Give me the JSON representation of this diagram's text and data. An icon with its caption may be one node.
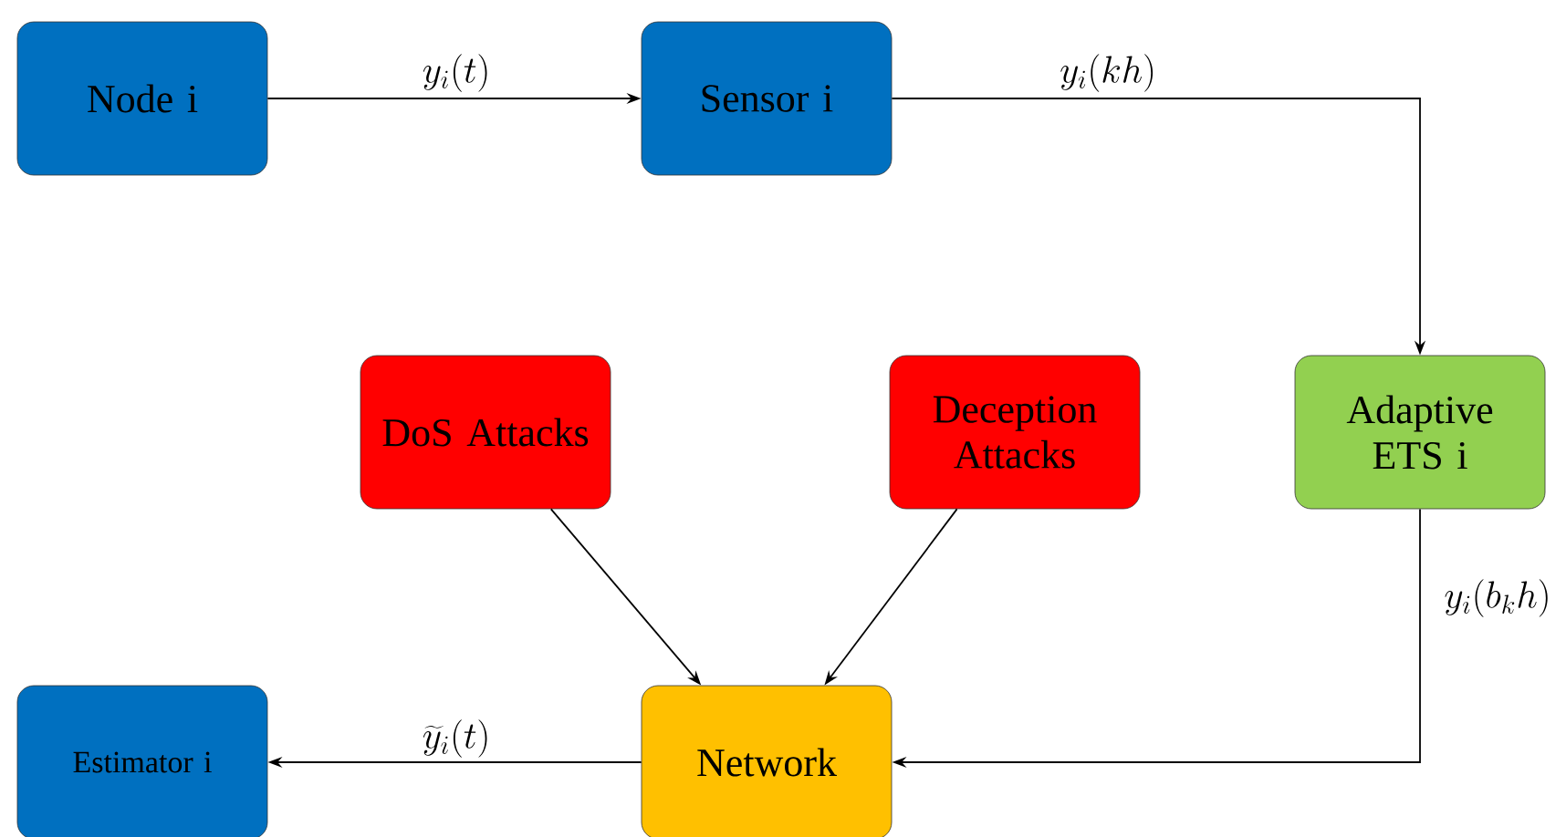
{
  "diagram": {
    "nodes": [
      {
        "text": [
          "Node i"
        ]
      },
      {
        "text": [
          "Sensor i"
        ]
      },
      {
        "text": [
          "Adaptive ETS i"
        ]
      },
      {
        "text": [
          "DoS Attacks"
        ]
      },
      {
        "text": [
          "Deception Attacks"
        ]
      },
      {
        "text": [
          "Network"
        ]
      },
      {
        "text": [
          "Estimator i"
        ]
      }
    ],
    "edges": [
      {
        "from": 0,
        "to": 1,
        "arrow": "to",
        "label": "y_i(t)"
      },
      {
        "from": 1,
        "to": 2,
        "arrow": "to",
        "label": "y_i(kh)"
      },
      {
        "from": 2,
        "to": 5,
        "arrow": "to",
        "label": "y_i(b_k h)"
      },
      {
        "from": 3,
        "to": 5,
        "arrow": "to"
      },
      {
        "from": 4,
        "to": 5,
        "arrow": "to"
      },
      {
        "from": 5,
        "to": 6,
        "arrow": "to",
        "label": "\\widetilde{y}_i(t)"
      }
    ]
  }
}
